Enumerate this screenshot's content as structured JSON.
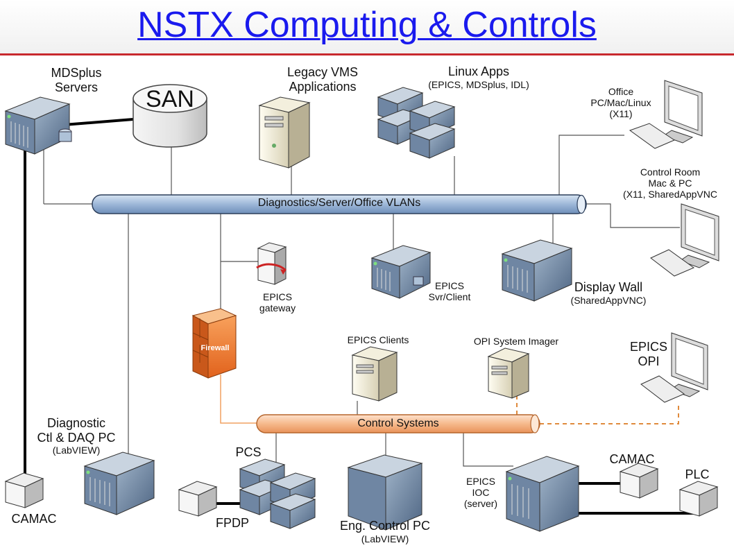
{
  "title": "NSTX Computing & Controls",
  "buses": {
    "upper": "Diagnostics/Server/Office VLANs",
    "lower": "Control Systems"
  },
  "nodes": {
    "mdsplus": {
      "line1": "MDSplus",
      "line2": "Servers"
    },
    "san": "SAN",
    "legacy": {
      "line1": "Legacy VMS",
      "line2": "Applications"
    },
    "linux": {
      "line1": "Linux Apps",
      "line2": "(EPICS, MDSplus, IDL)"
    },
    "office": {
      "line1": "Office",
      "line2": "PC/Mac/Linux",
      "line3": "(X11)"
    },
    "control_room": {
      "line1": "Control Room",
      "line2": "Mac & PC",
      "line3": "(X11, SharedAppVNC"
    },
    "epics_gateway": {
      "line1": "EPICS",
      "line2": "gateway"
    },
    "epics_svr": {
      "line1": "EPICS",
      "line2": "Svr/Client"
    },
    "display_wall": {
      "line1": "Display Wall",
      "line2": "(SharedAppVNC)"
    },
    "firewall": "Firewall",
    "epics_clients": "EPICS Clients",
    "opi_imager": "OPI System Imager",
    "epics_opi": {
      "line1": "EPICS",
      "line2": "OPI"
    },
    "diag_daq": {
      "line1": "Diagnostic",
      "line2": "Ctl & DAQ PC",
      "line3": "(LabVIEW)"
    },
    "pcs": "PCS",
    "fpdp": "FPDP",
    "eng_ctrl": {
      "line1": "Eng. Control PC",
      "line2": "(LabVIEW)"
    },
    "epics_ioc": {
      "line1": "EPICS",
      "line2": "IOC",
      "line3": "(server)"
    },
    "camac_right": "CAMAC",
    "plc": "PLC",
    "camac_left": "CAMAC"
  },
  "colors": {
    "title": "#1a1aee",
    "rule": "#c8282d",
    "upper_bus": "#9db7d8",
    "lower_bus": "#f6b98c",
    "firewall": "#f07a2a"
  }
}
